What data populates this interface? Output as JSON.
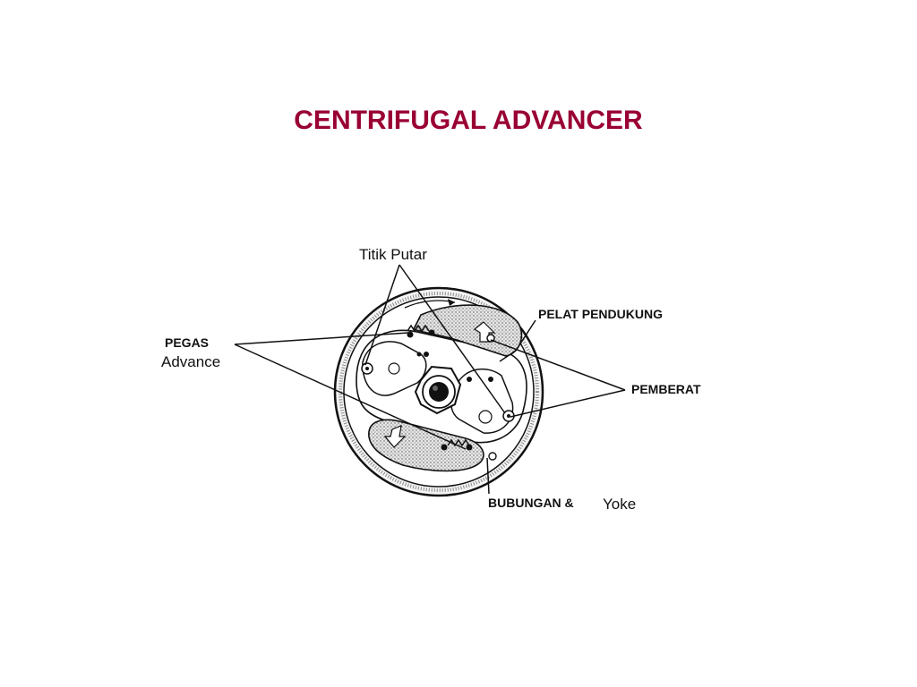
{
  "slide": {
    "title": "CENTRIFUGAL ADVANCER"
  },
  "diagram": {
    "labels": {
      "titik_putar": "Titik Putar",
      "pegas": "PEGAS",
      "advance": "Advance",
      "pelat_pendukung": "PELAT PENDUKUNG",
      "pemberat": "PEMBERAT",
      "bubungan": "BUBUNGAN &",
      "yoke": "Yoke"
    }
  },
  "colors": {
    "title": "#990033",
    "line": "#111111"
  }
}
